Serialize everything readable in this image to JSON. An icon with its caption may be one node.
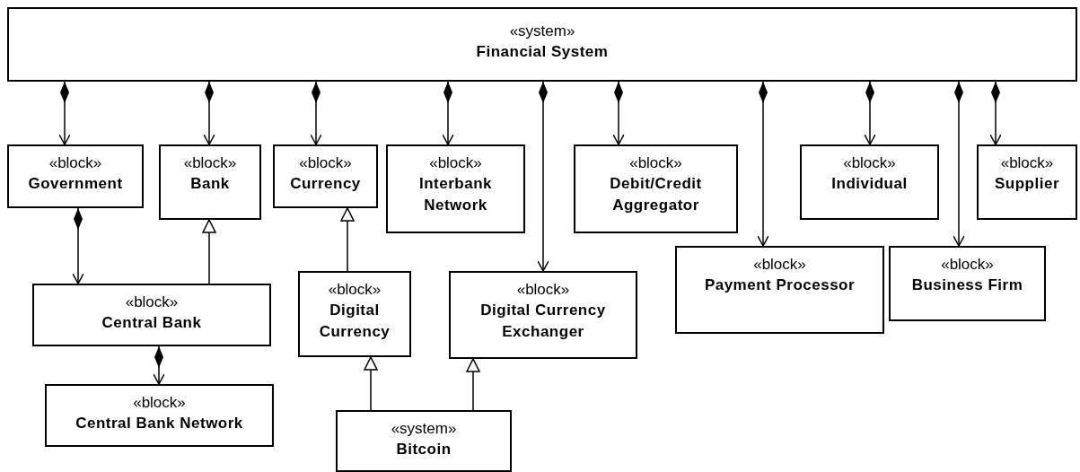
{
  "diagram": {
    "nodes": [
      {
        "text": [
          "«system»",
          "Financial System"
        ]
      },
      {
        "text": [
          "«block»",
          "Government"
        ]
      },
      {
        "text": [
          "«block»",
          "Bank"
        ]
      },
      {
        "text": [
          "«block»",
          "Currency"
        ]
      },
      {
        "text": [
          "«block»",
          "Interbank Network"
        ]
      },
      {
        "text": [
          "«block»",
          "Debit/Credit Aggregator"
        ]
      },
      {
        "text": [
          "«block»",
          "Individual"
        ]
      },
      {
        "text": [
          "«block»",
          "Supplier"
        ]
      },
      {
        "text": [
          "«block»",
          "Central Bank"
        ]
      },
      {
        "text": [
          "«block»",
          "Digital Currency"
        ]
      },
      {
        "text": [
          "«block»",
          "Digital Currency Exchanger"
        ]
      },
      {
        "text": [
          "«block»",
          "Payment Processor"
        ]
      },
      {
        "text": [
          "«block»",
          "Business Firm"
        ]
      },
      {
        "text": [
          "«block»",
          "Central Bank Network"
        ]
      },
      {
        "text": [
          "«system»",
          "Bitcoin"
        ]
      }
    ],
    "edges": [
      {
        "from": 0,
        "to": 1,
        "arrow": "to"
      },
      {
        "from": 0,
        "to": 2,
        "arrow": "to"
      },
      {
        "from": 0,
        "to": 3,
        "arrow": "to"
      },
      {
        "from": 0,
        "to": 4,
        "arrow": "to"
      },
      {
        "from": 0,
        "to": 10,
        "arrow": "to"
      },
      {
        "from": 0,
        "to": 5,
        "arrow": "to"
      },
      {
        "from": 0,
        "to": 11,
        "arrow": "to"
      },
      {
        "from": 0,
        "to": 6,
        "arrow": "to"
      },
      {
        "from": 0,
        "to": 12,
        "arrow": "to"
      },
      {
        "from": 0,
        "to": 7,
        "arrow": "to"
      },
      {
        "from": 1,
        "to": 8,
        "arrow": "to"
      },
      {
        "from": 8,
        "to": 2,
        "arrow": "to"
      },
      {
        "from": 9,
        "to": 3,
        "arrow": "to"
      },
      {
        "from": 8,
        "to": 13,
        "arrow": "to"
      },
      {
        "from": 14,
        "to": 9,
        "arrow": "to"
      },
      {
        "from": 14,
        "to": 10,
        "arrow": "to"
      }
    ]
  }
}
